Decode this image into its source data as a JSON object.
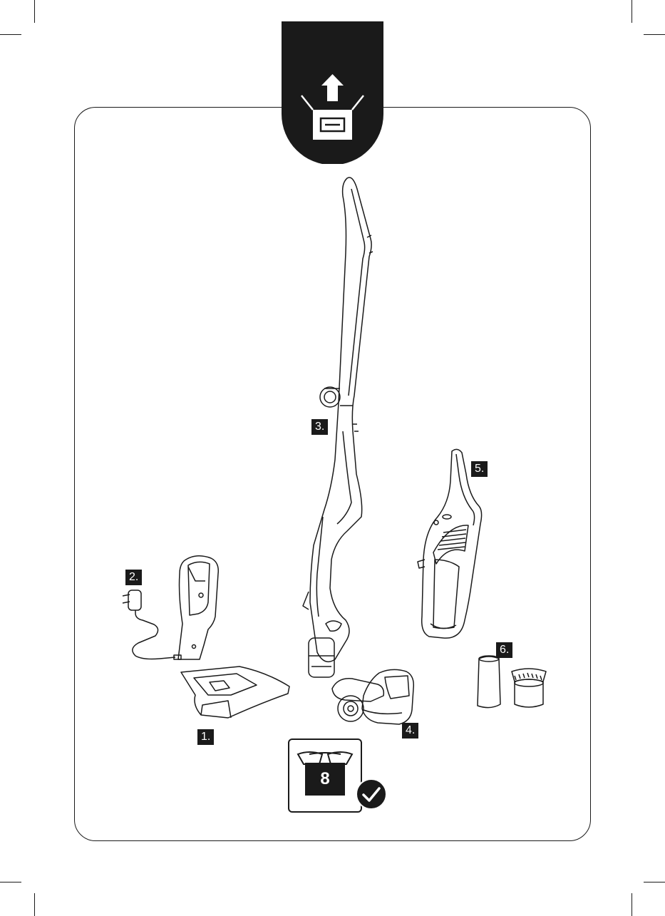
{
  "parts": [
    {
      "id": "1",
      "label": "1.",
      "name": "floor-nozzle-charging-base"
    },
    {
      "id": "2",
      "label": "2.",
      "name": "charger-adapter"
    },
    {
      "id": "3",
      "label": "3.",
      "name": "stick-vacuum-body"
    },
    {
      "id": "4",
      "label": "4.",
      "name": "floor-nozzle"
    },
    {
      "id": "5",
      "label": "5.",
      "name": "handheld-vacuum"
    },
    {
      "id": "6",
      "label": "6.",
      "name": "crevice-and-brush-tools"
    }
  ],
  "header_icon": "unpack-box-icon",
  "count_badge": {
    "value": "8",
    "icon": "open-box-icon",
    "status_icon": "checkmark-icon"
  }
}
